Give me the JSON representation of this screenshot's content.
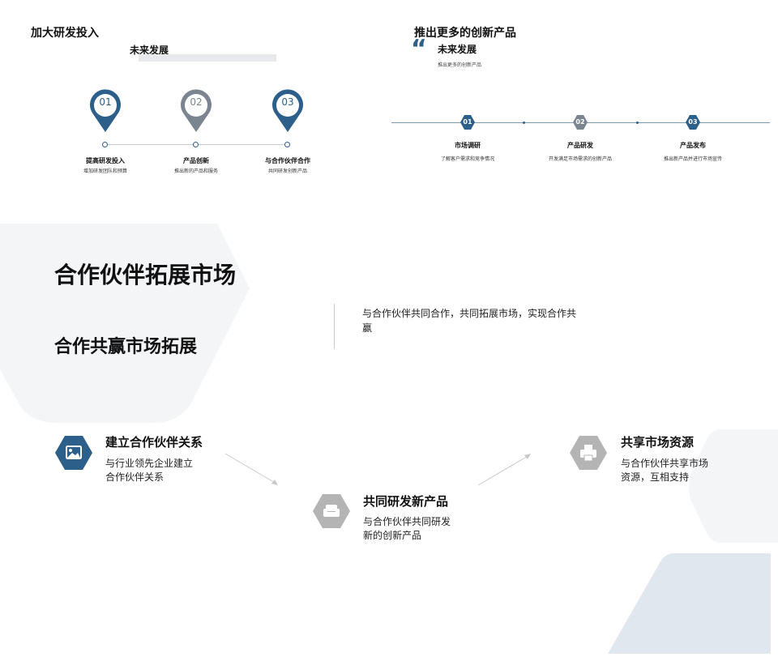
{
  "top_left": {
    "title": "加大研发投入",
    "subtitle": "未来发展",
    "steps": [
      {
        "num": "01",
        "label": "提高研发投入",
        "desc": "增加研发团队和预算"
      },
      {
        "num": "02",
        "label": "产品创新",
        "desc": "推出新的产品和服务"
      },
      {
        "num": "03",
        "label": "与合作伙伴合作",
        "desc": "共同研发创新产品"
      }
    ]
  },
  "top_right": {
    "title": "推出更多的创新产品",
    "quote": "“",
    "subtitle": "未来发展",
    "desc": "推出更多的创新产品",
    "steps": [
      {
        "num": "01",
        "label": "市场调研",
        "desc": "了解客户需求和竞争情况"
      },
      {
        "num": "02",
        "label": "产品研发",
        "desc": "开发满足市场需求的创新产品"
      },
      {
        "num": "03",
        "label": "产品发布",
        "desc": "推出新产品并进行市场宣传"
      }
    ]
  },
  "main": {
    "title": "合作伙伴拓展市场",
    "subtitle": "合作共赢市场拓展",
    "intro": "与合作伙伴共同合作，共同拓展市场，实现合作共赢",
    "items": [
      {
        "title": "建立合作伙伴关系",
        "desc": "与行业领先企业建立合作伙伴关系",
        "icon": "image-icon"
      },
      {
        "title": "共同研发新产品",
        "desc": "与合作伙伴共同研发新的创新产品",
        "icon": "sofa-icon"
      },
      {
        "title": "共享市场资源",
        "desc": "与合作伙伴共享市场资源，互相支持",
        "icon": "printer-icon"
      }
    ]
  },
  "colors": {
    "primary": "#2d5f8b",
    "gray": "#7b8590",
    "light_gray": "#b4b4b4",
    "panel_bg": "#f4f5f7",
    "accent_bg": "#e1e7ef"
  }
}
